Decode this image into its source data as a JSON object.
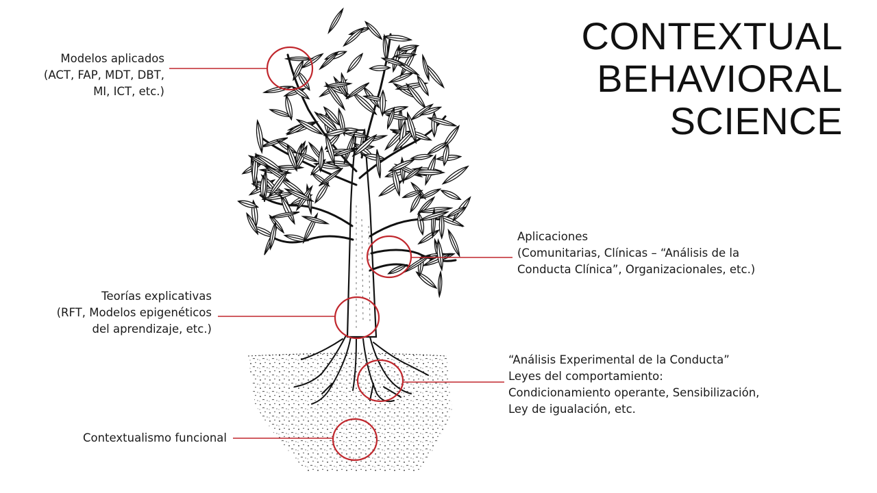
{
  "title": {
    "line1": "CONTEXTUAL",
    "line2": "BEHAVIORAL",
    "line3": "SCIENCE"
  },
  "labels": {
    "modelos": {
      "line1": "Modelos aplicados",
      "line2": "(ACT, FAP, MDT, DBT,",
      "line3": "MI, ICT, etc.)"
    },
    "aplicaciones": {
      "line1": "Aplicaciones",
      "line2": "(Comunitarias, Clínicas – “Análisis de la",
      "line3": "Conducta Clínica”, Organizacionales, etc.)"
    },
    "teorias": {
      "line1": "Teorías explicativas",
      "line2": "(RFT, Modelos epigenéticos",
      "line3": "del aprendizaje, etc.)"
    },
    "analisis": {
      "line1": "“Análisis Experimental de la Conducta”",
      "line2": "Leyes del comportamiento:",
      "line3": "Condicionamiento operante, Sensibilización,",
      "line4": "Ley de igualación, etc."
    },
    "contextualismo": {
      "line1": "Contextualismo funcional"
    }
  },
  "colors": {
    "annotation_red": "#c0272d",
    "ink": "#111111",
    "background": "#ffffff"
  }
}
